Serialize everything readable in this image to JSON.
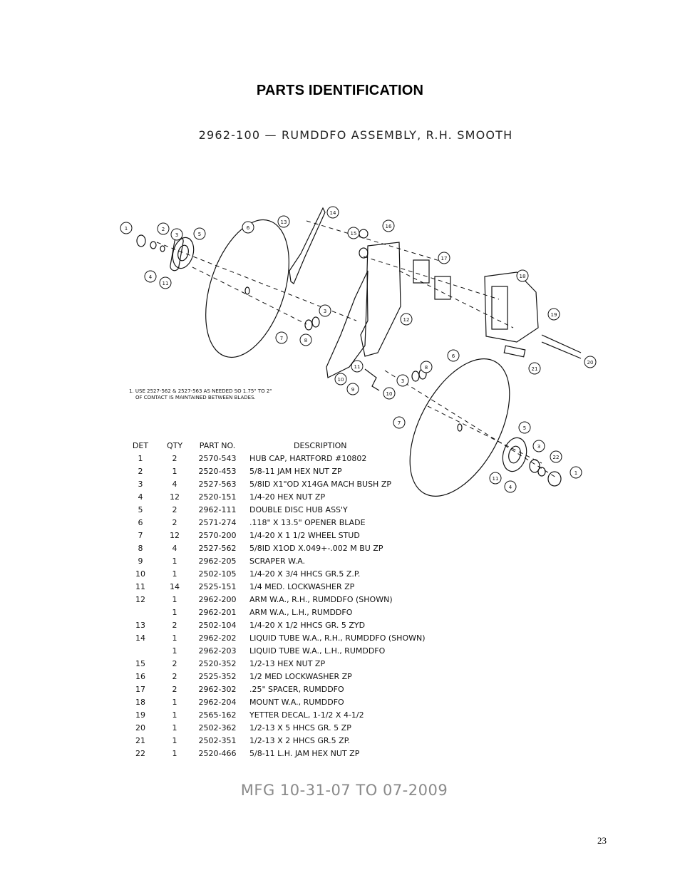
{
  "page_title": "PARTS IDENTIFICATION",
  "assembly_title": "2962-100  —  RUMDDFO ASSEMBLY, R.H. SMOOTH",
  "note": [
    "1. USE 2527-562 & 2527-563 AS NEEDED SO 1.75\" TO 2\"",
    "OF CONTACT IS MAINTAINED BETWEEN BLADES."
  ],
  "callouts": [
    "1",
    "2",
    "3",
    "4",
    "5",
    "6",
    "11",
    "13",
    "14",
    "15",
    "16",
    "17",
    "18",
    "19",
    "20",
    "21",
    "12",
    "3",
    "8",
    "7",
    "11",
    "10",
    "9",
    "3",
    "10",
    "8",
    "6",
    "7",
    "5",
    "3",
    "22",
    "1",
    "11",
    "4"
  ],
  "table": {
    "headers": {
      "det": "DET",
      "qty": "QTY",
      "part": "PART NO.",
      "desc": "DESCRIPTION"
    },
    "rows": [
      {
        "det": "1",
        "qty": "2",
        "part": "2570-543",
        "desc": "HUB CAP, HARTFORD #10802"
      },
      {
        "det": "2",
        "qty": "1",
        "part": "2520-453",
        "desc": "5/8-11 JAM HEX NUT  ZP"
      },
      {
        "det": "3",
        "qty": "4",
        "part": "2527-563",
        "desc": "5/8ID X1\"OD X14GA MACH BUSH ZP"
      },
      {
        "det": "4",
        "qty": "12",
        "part": "2520-151",
        "desc": "1/4-20  HEX NUT ZP"
      },
      {
        "det": "5",
        "qty": "2",
        "part": "2962-111",
        "desc": "DOUBLE DISC HUB ASS'Y"
      },
      {
        "det": "6",
        "qty": "2",
        "part": "2571-274",
        "desc": ".118\" X 13.5\" OPENER BLADE"
      },
      {
        "det": "7",
        "qty": "12",
        "part": "2570-200",
        "desc": "1/4-20 X 1 1/2 WHEEL STUD"
      },
      {
        "det": "8",
        "qty": "4",
        "part": "2527-562",
        "desc": "5/8ID X1OD X.049+-.002 M BU ZP"
      },
      {
        "det": "9",
        "qty": "1",
        "part": "2962-205",
        "desc": "SCRAPER W.A."
      },
      {
        "det": "10",
        "qty": "1",
        "part": "2502-105",
        "desc": "1/4-20 X 3/4 HHCS GR.5 Z.P."
      },
      {
        "det": "11",
        "qty": "14",
        "part": "2525-151",
        "desc": "1/4 MED. LOCKWASHER  ZP"
      },
      {
        "det": "12",
        "qty": "1",
        "part": "2962-200",
        "desc": "ARM W.A., R.H., RUMDDFO (SHOWN)"
      },
      {
        "det": "",
        "qty": "1",
        "part": "2962-201",
        "desc": "ARM W.A., L.H., RUMDDFO"
      },
      {
        "det": "13",
        "qty": "2",
        "part": "2502-104",
        "desc": "1/4-20 X 1/2 HHCS GR. 5 ZYD"
      },
      {
        "det": "14",
        "qty": "1",
        "part": "2962-202",
        "desc": "LIQUID TUBE W.A., R.H., RUMDDFO (SHOWN)"
      },
      {
        "det": "",
        "qty": "1",
        "part": "2962-203",
        "desc": "LIQUID TUBE W.A., L.H., RUMDDFO"
      },
      {
        "det": "15",
        "qty": "2",
        "part": "2520-352",
        "desc": "1/2-13 HEX NUT ZP"
      },
      {
        "det": "16",
        "qty": "2",
        "part": "2525-352",
        "desc": "1/2 MED LOCKWASHER ZP"
      },
      {
        "det": "17",
        "qty": "2",
        "part": "2962-302",
        "desc": ".25\" SPACER, RUMDDFO"
      },
      {
        "det": "18",
        "qty": "1",
        "part": "2962-204",
        "desc": "MOUNT W.A., RUMDDFO"
      },
      {
        "det": "19",
        "qty": "1",
        "part": "2565-162",
        "desc": "YETTER DECAL, 1-1/2 X 4-1/2"
      },
      {
        "det": "20",
        "qty": "1",
        "part": "2502-362",
        "desc": "1/2-13 X 5 HHCS GR. 5 ZP"
      },
      {
        "det": "21",
        "qty": "1",
        "part": "2502-351",
        "desc": "1/2-13 X 2 HHCS GR.5 ZP."
      },
      {
        "det": "22",
        "qty": "1",
        "part": "2520-466",
        "desc": "5/8-11 L.H. JAM HEX NUT  ZP"
      }
    ]
  },
  "footer_mfg": "MFG 10-31-07  TO 07-2009",
  "page_number": "23"
}
